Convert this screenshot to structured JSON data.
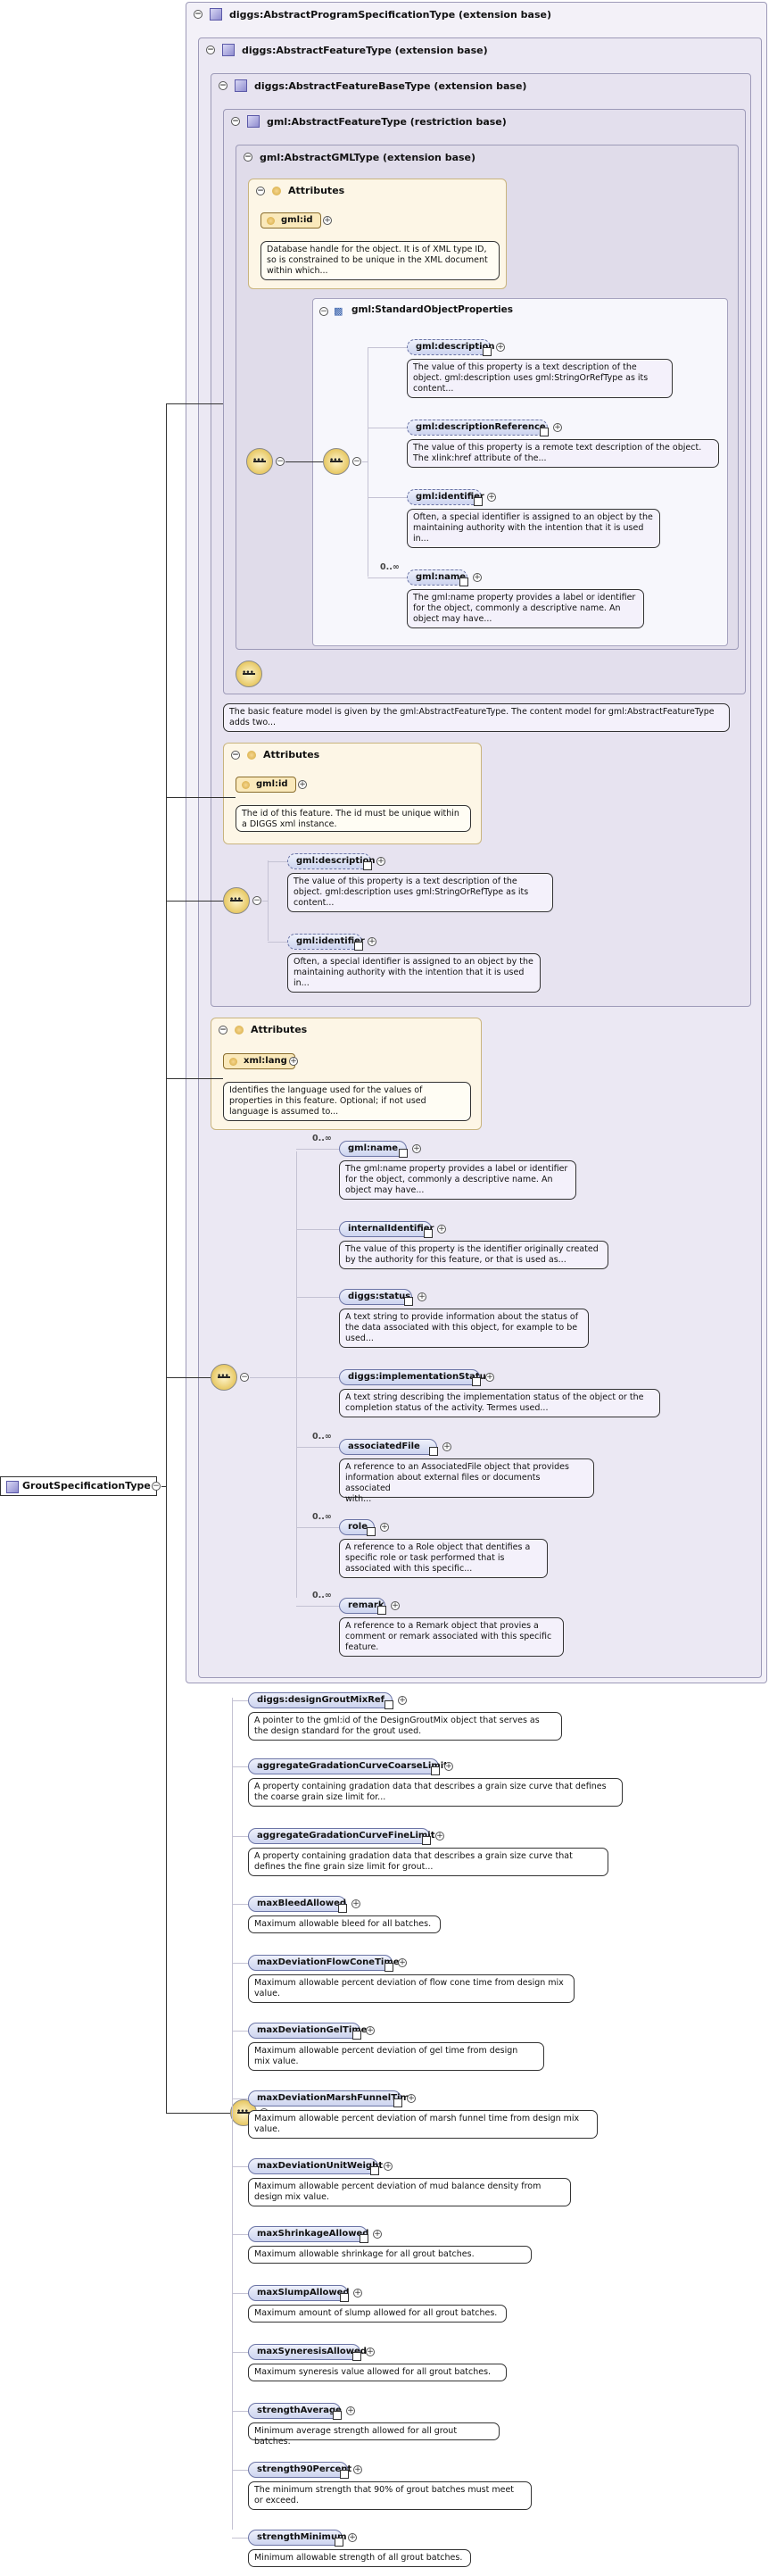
{
  "root": {
    "name": "GroutSpecificationType"
  },
  "ext_headers": {
    "e1": "diggs:AbstractProgramSpecificationType (extension base)",
    "e2": "diggs:AbstractFeatureType (extension base)",
    "e3": "diggs:AbstractFeatureBaseType (extension base)",
    "e4": "gml:AbstractFeatureType (restriction base)",
    "e5": "gml:AbstractGMLType (extension base)"
  },
  "gml_type": {
    "attributes_label": "Attributes",
    "id_attr": "gml:id",
    "id_doc": "Database handle for the object. It is of XML type ID,\nso is constrained to be unique in the XML document\nwithin which...",
    "std_props": "gml:StandardObjectProperties",
    "elements": [
      {
        "name": "gml:description",
        "doc": "The value of this property is a text description of the\nobject. gml:description uses gml:StringOrRefType as its\ncontent..."
      },
      {
        "name": "gml:descriptionReference",
        "doc": "The value of this property is a remote text description of the object.\nThe xlink:href attribute of the..."
      },
      {
        "name": "gml:identifier",
        "doc": "Often, a special identifier is assigned to an object by the\nmaintaining authority with the intention that it is used\nin..."
      },
      {
        "name": "gml:name",
        "card": "0..∞",
        "doc": "The gml:name property provides a label or identifier\nfor the object, commonly a descriptive name. An\nobject may have..."
      }
    ]
  },
  "feature_doc": "The basic feature model is given by the gml:AbstractFeatureType. The content model for gml:AbstractFeatureType\nadds two...",
  "base_type": {
    "attributes_label": "Attributes",
    "id_attr": "gml:id",
    "id_doc": "The id of this feature. The id must be unique within\na DIGGS xml instance.",
    "elements": [
      {
        "name": "gml:description",
        "doc": "The value of this property is a text description of the\nobject. gml:description uses gml:StringOrRefType as its\ncontent..."
      },
      {
        "name": "gml:identifier",
        "doc": "Often, a special identifier is assigned to an object by the\nmaintaining authority with the intention that it is used\nin..."
      }
    ]
  },
  "feature_type": {
    "attributes_label": "Attributes",
    "lang_attr": "xml:lang",
    "lang_doc": "Identifies the language used for the values of\nproperties in this feature. Optional; if not used\nlanguage is assumed to...",
    "elements": [
      {
        "name": "gml:name",
        "card": "0..∞",
        "doc": "The gml:name property provides a label or identifier\nfor the object, commonly a descriptive name. An\nobject may have..."
      },
      {
        "name": "internalIdentifier",
        "card": "",
        "doc": "The value of this property is the identifier originally created\nby the authority for this feature, or that is used as..."
      },
      {
        "name": "diggs:status",
        "card": "",
        "doc": "A text string to provide information about the status of\nthe data associated with this object, for example to be\nused..."
      },
      {
        "name": "diggs:implementationStatus",
        "card": "",
        "doc": "A text string describing the implementation status of the object or the\ncompletion status of the activity. Termes used..."
      },
      {
        "name": "associatedFile",
        "card": "0..∞",
        "doc": "A reference to an AssociatedFile object that provides\ninformation about external files or documents associated\nwith..."
      },
      {
        "name": "role",
        "card": "0..∞",
        "doc": "A reference to a Role object that dentifies a\nspecific role or task performed that is\nassociated with this specific..."
      },
      {
        "name": "remark",
        "card": "0..∞",
        "doc": "A reference to a Remark object that provies a\ncomment or remark associated with this specific\nfeature."
      }
    ]
  },
  "grout_elements": [
    {
      "name": "diggs:designGroutMixRef",
      "doc": "A pointer to the gml:id of the DesignGroutMix object that serves as\nthe design standard for the grout used."
    },
    {
      "name": "aggregateGradationCurveCoarseLimit",
      "doc": "A property containing gradation data that describes a grain size curve that defines\nthe coarse grain size limit for..."
    },
    {
      "name": "aggregateGradationCurveFineLimit",
      "doc": "A property containing gradation data that describes a grain size curve that\ndefines the fine grain size limit for grout..."
    },
    {
      "name": "maxBleedAllowed",
      "doc": "Maximum allowable bleed for all batches."
    },
    {
      "name": "maxDeviationFlowConeTime",
      "doc": "Maximum allowable percent deviation of flow cone time from design mix\nvalue."
    },
    {
      "name": "maxDeviationGelTime",
      "doc": "Maximum allowable percent deviation of gel time from design\nmix value."
    },
    {
      "name": "maxDeviationMarshFunnelTime",
      "doc": "Maximum allowable percent deviation of marsh funnel time from design mix\nvalue."
    },
    {
      "name": "maxDeviationUnitWeight",
      "doc": "Maximum allowable percent deviation of mud balance density from\ndesign mix value."
    },
    {
      "name": "maxShrinkageAllowed",
      "doc": "Maximum allowable shrinkage for all grout batches."
    },
    {
      "name": "maxSlumpAllowed",
      "doc": "Maximum amount of slump allowed for all grout batches."
    },
    {
      "name": "maxSyneresisAllowed",
      "doc": "Maximum syneresis value allowed for all grout batches."
    },
    {
      "name": "strengthAverage",
      "doc": "Minimum average strength allowed for all grout batches."
    },
    {
      "name": "strength90Percent",
      "doc": "The minimum strength that 90% of grout batches must meet\nor exceed."
    },
    {
      "name": "strengthMinimum",
      "doc": "Minimum allowable strength of all grout batches."
    }
  ]
}
